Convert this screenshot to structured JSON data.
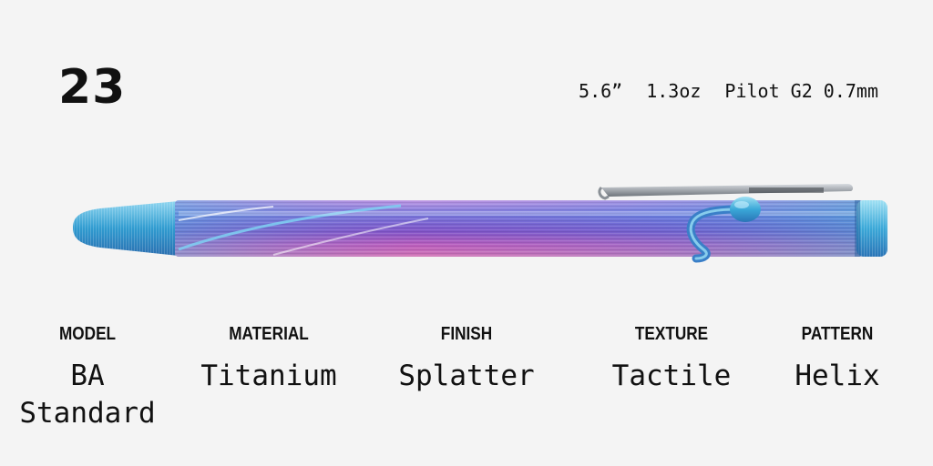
{
  "product": {
    "number": "23",
    "specs": {
      "length": "5.6”",
      "weight": "1.3oz",
      "refill": "Pilot G2 0.7mm"
    }
  },
  "attributes": [
    {
      "label": "MODEL",
      "value_line1": "BA",
      "value_line2": "Standard"
    },
    {
      "label": "MATERIAL",
      "value_line1": "Titanium",
      "value_line2": ""
    },
    {
      "label": "FINISH",
      "value_line1": "Splatter",
      "value_line2": ""
    },
    {
      "label": "TEXTURE",
      "value_line1": "Tactile",
      "value_line2": ""
    },
    {
      "label": "PATTERN",
      "value_line1": "Helix",
      "value_line2": ""
    }
  ],
  "colors": {
    "background": "#f4f4f4",
    "anodized_blue": "#3aa8d8",
    "anodized_purple": "#9a4fc8",
    "anodized_pink": "#d25bb6",
    "clip_steel": "#9aa0a6"
  }
}
